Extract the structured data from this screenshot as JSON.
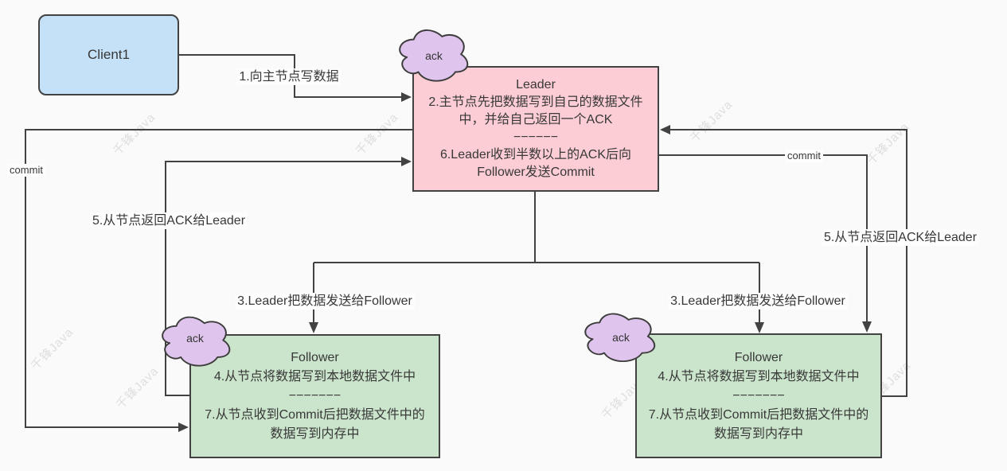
{
  "watermark": {
    "text": "千锋Java"
  },
  "colors": {
    "background": "#fafafa",
    "client_fill": "#c5e1f7",
    "leader_fill": "#fccdd4",
    "follower_fill": "#cbe5cc",
    "cloud_fill": "#dfc4ed",
    "line": "#424242",
    "text": "#383838"
  },
  "nodes": {
    "client": {
      "label": "Client1"
    },
    "leader": {
      "title": "Leader",
      "step2": "2.主节点先把数据写到自己的数据文件中，并给自己返回一个ACK",
      "divider": "−−−−−−",
      "step6": "6.Leader收到半数以上的ACK后向Follower发送Commit"
    },
    "follower_left": {
      "title": "Follower",
      "step4": "4.从节点将数据写到本地数据文件中",
      "divider": "−−−−−−−",
      "step7": "7.从节点收到Commit后把数据文件中的数据写到内存中"
    },
    "follower_right": {
      "title": "Follower",
      "step4": "4.从节点将数据写到本地数据文件中",
      "divider": "−−−−−−−",
      "step7": "7.从节点收到Commit后把数据文件中的数据写到内存中"
    }
  },
  "clouds": {
    "leader": "ack",
    "follower_left": "ack",
    "follower_right": "ack"
  },
  "edges": {
    "write": {
      "label": "1.向主节点写数据"
    },
    "send_left": {
      "label": "3.Leader把数据发送给Follower"
    },
    "send_right": {
      "label": "3.Leader把数据发送给Follower"
    },
    "ack_left": {
      "label": "5.从节点返回ACK给Leader"
    },
    "ack_right": {
      "label": "5.从节点返回ACK给Leader"
    },
    "commit_left": {
      "label": "commit"
    },
    "commit_right": {
      "label": "commit"
    }
  }
}
